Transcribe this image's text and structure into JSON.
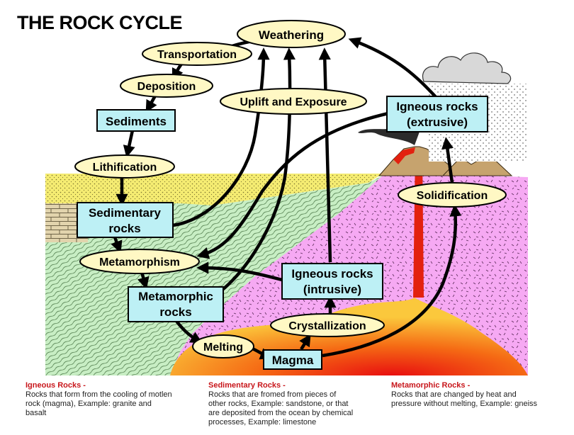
{
  "title": "THE ROCK CYCLE",
  "nodes": {
    "weathering": "Weathering",
    "transportation": "Transportation",
    "deposition": "Deposition",
    "sediments": "Sediments",
    "uplift": "Uplift and Exposure",
    "lithification": "Lithification",
    "sedimentary_1": "Sedimentary",
    "sedimentary_2": "rocks",
    "metamorphism": "Metamorphism",
    "metamorphic_1": "Metamorphic",
    "metamorphic_2": "rocks",
    "melting": "Melting",
    "magma": "Magma",
    "crystallization": "Crystallization",
    "igneous_intrusive_1": "Igneous rocks",
    "igneous_intrusive_2": "(intrusive)",
    "igneous_extrusive_1": "Igneous rocks",
    "igneous_extrusive_2": "(extrusive)",
    "solidification": "Solidification"
  },
  "legend": [
    {
      "heading": "Igneous Rocks -",
      "lines": [
        "Rocks that form from the cooling of motlen",
        "rock (magma), Example: granite and",
        "basalt"
      ]
    },
    {
      "heading": "Sedimentary Rocks -",
      "lines": [
        "Rocks that are fromed from pieces of",
        "other rocks, Example: sandstone, or that",
        "are deposited from the ocean by chemical",
        "processes, Example: limestone"
      ]
    },
    {
      "heading": "Metamorphic Rocks -",
      "lines": [
        "Rocks that are changed by heat and",
        "pressure without melting, Example: gneiss"
      ]
    }
  ],
  "colors": {
    "ellipse_fill": "#fff8c4",
    "box_fill": "#bdf0f5",
    "sediment_yellow": "#f5ec72",
    "metamorphic_green": "#c8eec4",
    "igneous_pink": "#f6a9f3",
    "magma_red": "#ec2b12",
    "heading_red": "#c8161b"
  }
}
